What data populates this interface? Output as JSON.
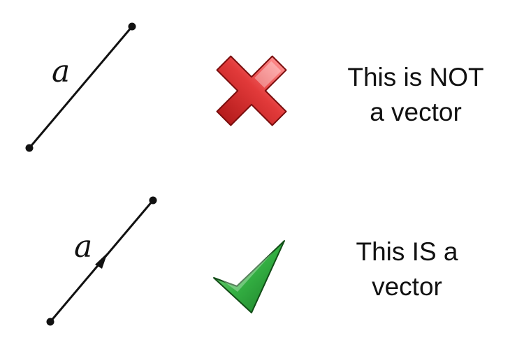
{
  "rows": [
    {
      "segment_label": "a",
      "verdict_icon": "cross-icon",
      "caption_line1": "This is NOT",
      "caption_line2": "a vector"
    },
    {
      "segment_label": "a",
      "verdict_icon": "check-icon",
      "caption_line1": "This IS a",
      "caption_line2": "vector"
    }
  ],
  "colors": {
    "stroke": "#111111",
    "cross": "#e23a3a",
    "check": "#2e9e3a"
  }
}
